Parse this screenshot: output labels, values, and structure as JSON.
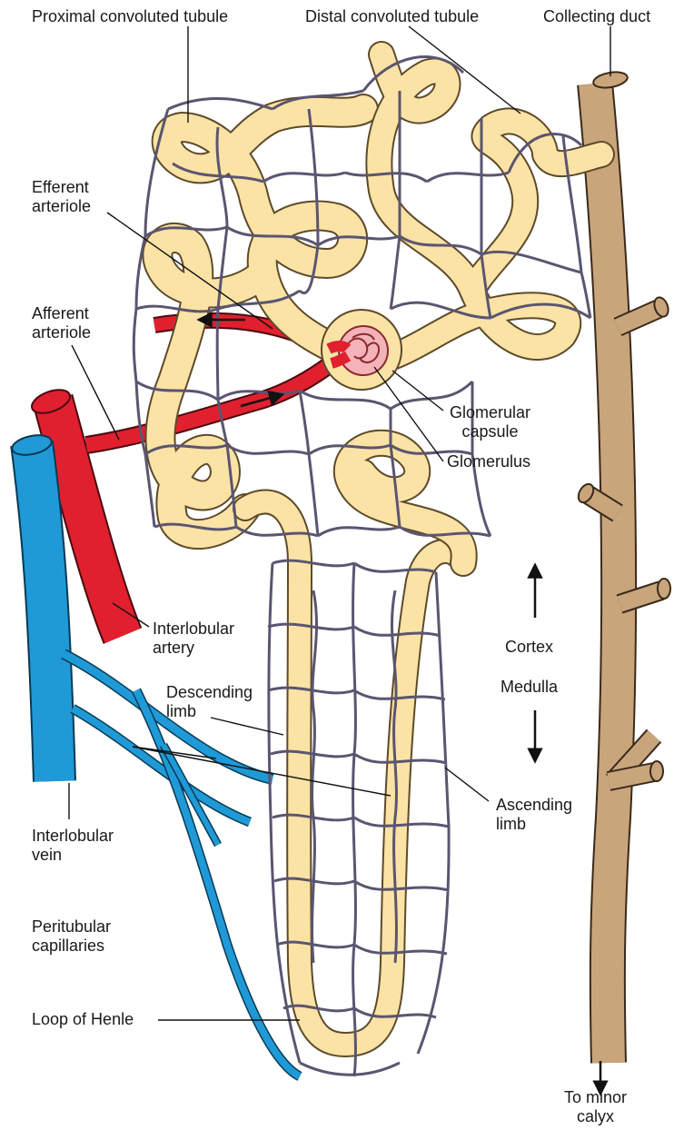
{
  "labels": {
    "proximal_convoluted_tubule": "Proximal convoluted tubule",
    "distal_convoluted_tubule": "Distal convoluted tubule",
    "collecting_duct": "Collecting duct",
    "efferent_arteriole": [
      "Efferent",
      "arteriole"
    ],
    "afferent_arteriole": [
      "Afferent",
      "arteriole"
    ],
    "glomerular_capsule": [
      "Glomerular",
      "capsule"
    ],
    "glomerulus": "Glomerulus",
    "interlobular_artery": [
      "Interlobular",
      "artery"
    ],
    "descending_limb": [
      "Descending",
      "limb"
    ],
    "cortex": "Cortex",
    "medulla": "Medulla",
    "ascending_limb": [
      "Ascending",
      "limb"
    ],
    "interlobular_vein": [
      "Interlobular",
      "vein"
    ],
    "peritubular_capillaries": [
      "Peritubular",
      "capillaries"
    ],
    "loop_of_henle": "Loop of Henle",
    "to_minor_calyx": [
      "To minor",
      "calyx"
    ]
  },
  "colors": {
    "tubule_fill": "#fbe3a6",
    "capillary_stroke": "#5b5570",
    "capillary_fill": "#d9d5e6",
    "artery_red": "#e0202e",
    "vein_blue": "#1f9ad6",
    "collecting_duct": "#c9a57c",
    "glomerulus_pink": "#f3b3b8"
  }
}
